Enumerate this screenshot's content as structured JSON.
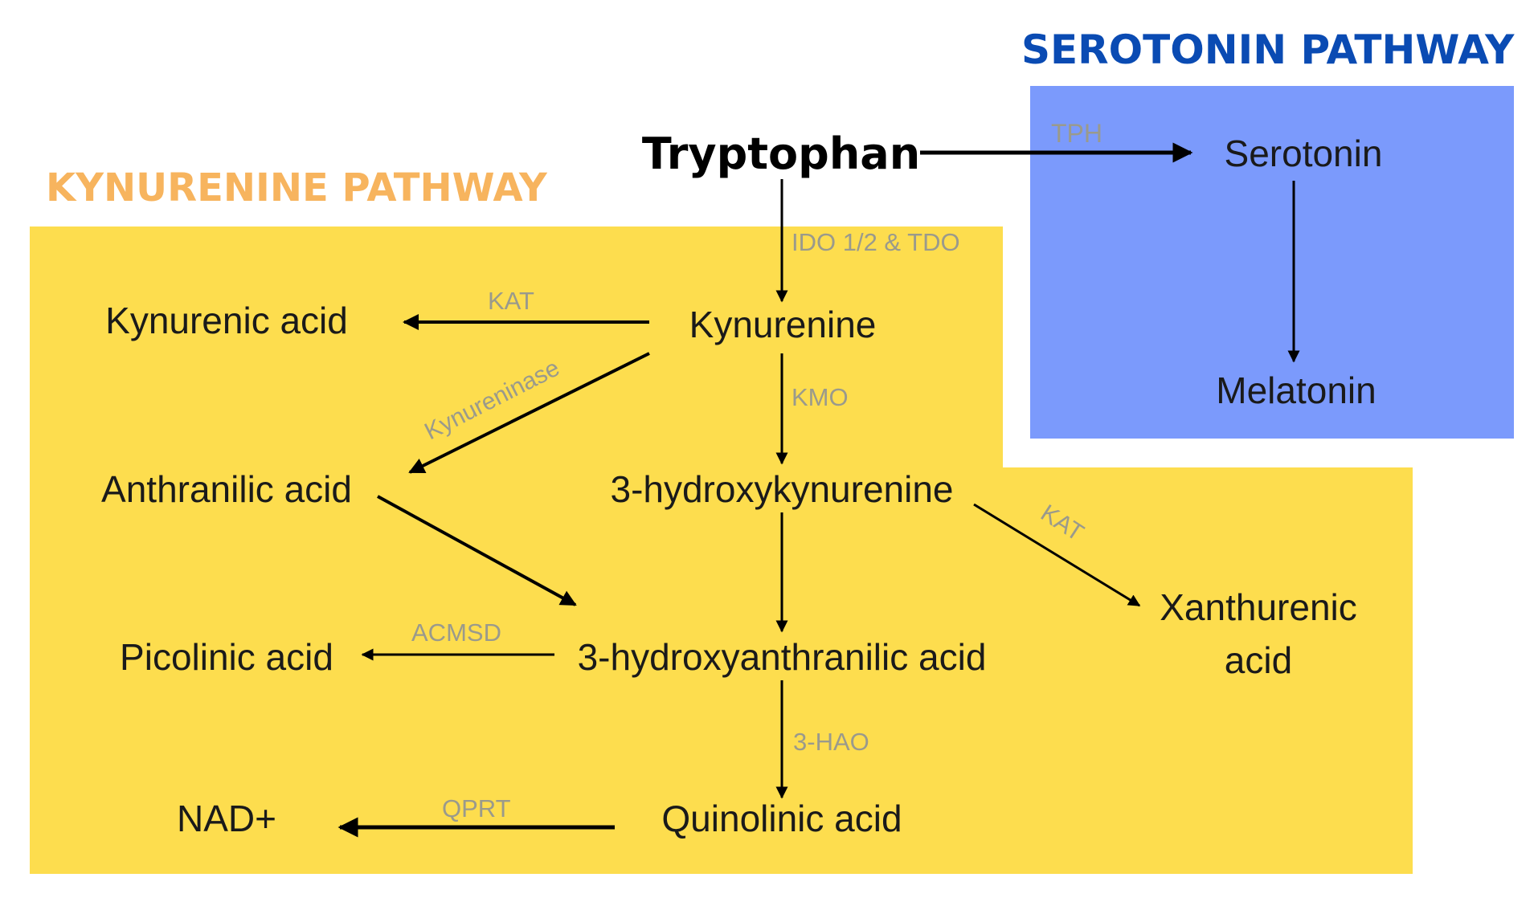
{
  "colors": {
    "kynurenine_region": "#FDDD4E",
    "serotonin_region": "#7B9AFC",
    "kynurenine_title": "#F7B45E",
    "serotonin_title": "#0A4BB3",
    "arrow": "#000000",
    "enzyme_label": "#9A9A8C"
  },
  "titles": {
    "kynurenine": "KYNURENINE PATHWAY",
    "serotonin": "SEROTONIN PATHWAY"
  },
  "nodes": {
    "tryptophan": "Tryptophan",
    "serotonin": "Serotonin",
    "melatonin": "Melatonin",
    "kynurenine": "Kynurenine",
    "kynurenic_acid": "Kynurenic acid",
    "anthranilic_acid": "Anthranilic acid",
    "hydroxykynurenine": "3-hydroxykynurenine",
    "xanthurenic_acid_line1": "Xanthurenic",
    "xanthurenic_acid_line2": "acid",
    "picolinic_acid": "Picolinic acid",
    "hydroxyanthranilic_acid": "3-hydroxyanthranilic acid",
    "nad": "NAD+",
    "quinolinic_acid": "Quinolinic acid"
  },
  "enzymes": {
    "tph": "TPH",
    "ido_tdo": "IDO 1/2 & TDO",
    "kat_kynurenic": "KAT",
    "kynureninase": "Kynureninase",
    "kmo": "KMO",
    "kat_xanthurenic": "KAT",
    "acmsd": "ACMSD",
    "hao": "3-HAO",
    "qprt": "QPRT"
  }
}
